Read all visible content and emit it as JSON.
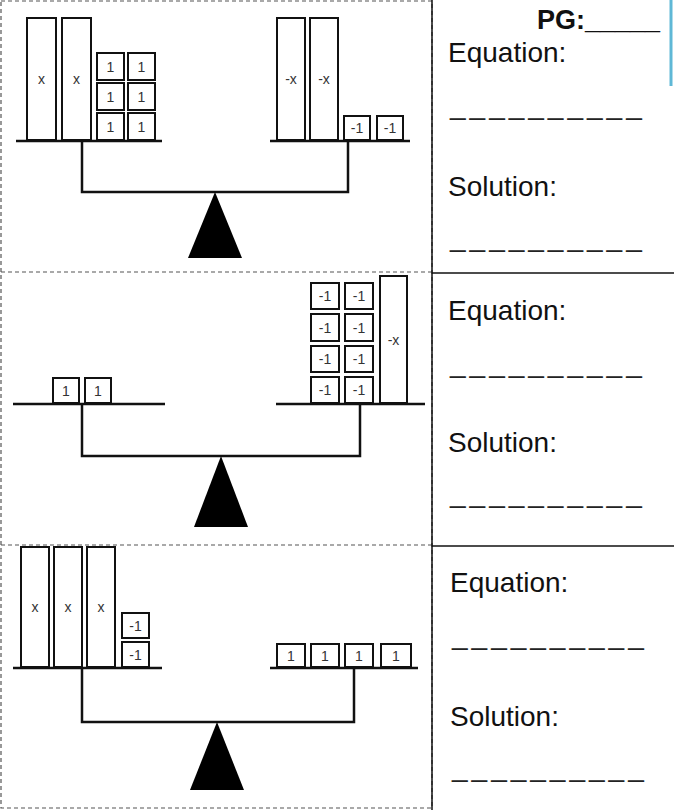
{
  "diagram": {
    "nodes": [
      {
        "text": [
          "x"
        ]
      },
      {
        "text": [
          "x"
        ]
      },
      {
        "text": [
          "1"
        ]
      },
      {
        "text": [
          "1"
        ]
      },
      {
        "text": [
          "1"
        ]
      },
      {
        "text": [
          "1"
        ]
      },
      {
        "text": [
          "1"
        ]
      },
      {
        "text": [
          "1"
        ]
      },
      {
        "text": [
          "-x"
        ]
      },
      {
        "text": [
          "-x"
        ]
      },
      {
        "text": [
          "-1"
        ]
      },
      {
        "text": [
          "-1"
        ]
      },
      {
        "text": [
          "1"
        ]
      },
      {
        "text": [
          "1"
        ]
      },
      {
        "text": [
          "-1"
        ]
      },
      {
        "text": [
          "-1"
        ]
      },
      {
        "text": [
          "-1"
        ]
      },
      {
        "text": [
          "-1"
        ]
      },
      {
        "text": [
          "-1"
        ]
      },
      {
        "text": [
          "-1"
        ]
      },
      {
        "text": [
          "-1"
        ]
      },
      {
        "text": [
          "-1"
        ]
      },
      {
        "text": [
          "-x"
        ]
      },
      {
        "text": [
          "x"
        ]
      },
      {
        "text": [
          "x"
        ]
      },
      {
        "text": [
          "x"
        ]
      },
      {
        "text": [
          "-1"
        ]
      },
      {
        "text": [
          "-1"
        ]
      },
      {
        "text": [
          "1"
        ]
      },
      {
        "text": [
          "1"
        ]
      },
      {
        "text": [
          "1"
        ]
      },
      {
        "text": [
          "1"
        ]
      }
    ],
    "labels": [
      "PG:_____",
      "Equation:",
      "__________",
      "Solution:",
      "__________",
      "Equation:",
      "__________",
      "Solution:",
      "__________",
      "Equation:",
      "__________",
      "Solution:",
      "__________"
    ]
  }
}
